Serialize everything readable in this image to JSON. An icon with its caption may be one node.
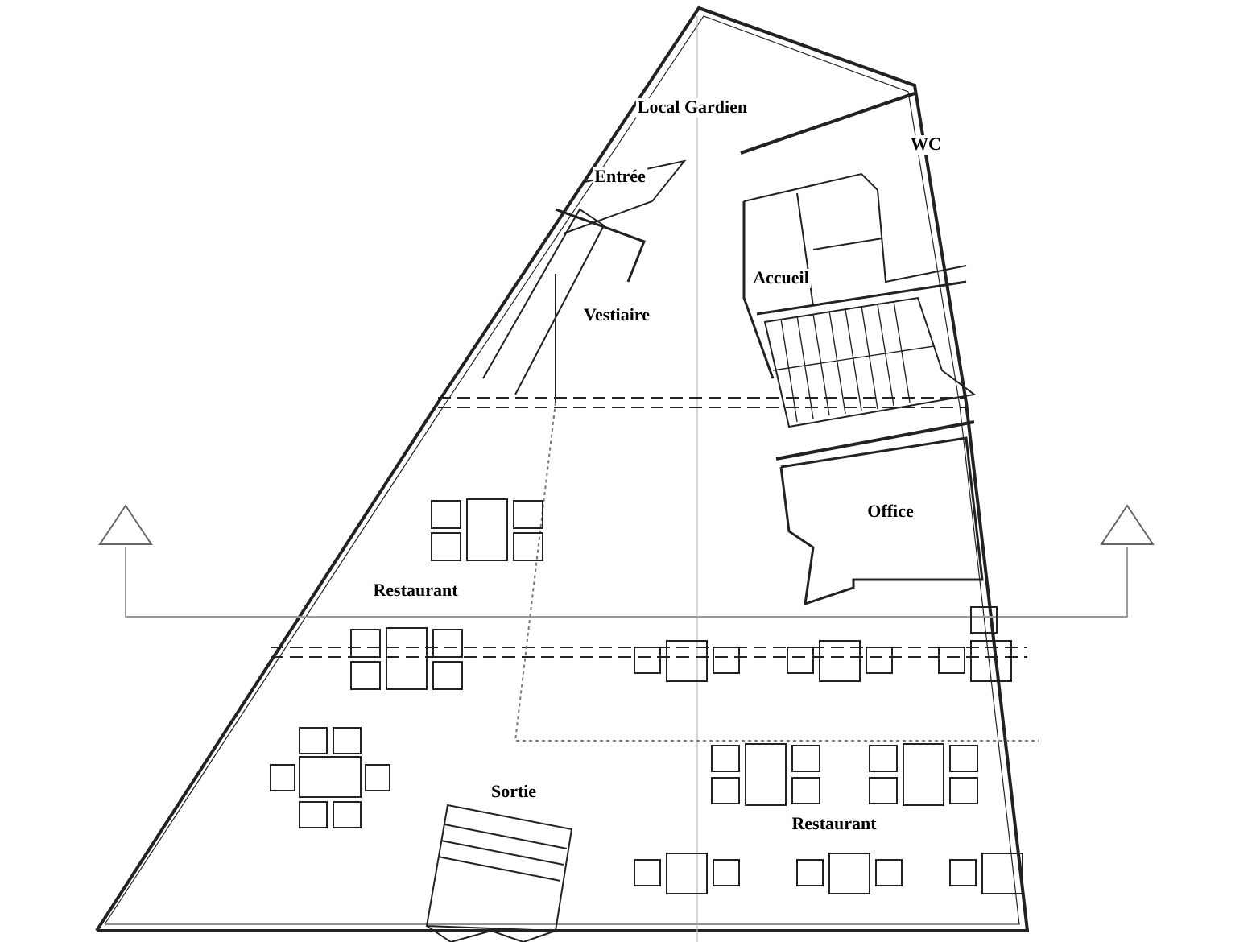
{
  "diagram": {
    "labels": [
      "Local Gardien",
      "WC",
      "Entrée",
      "Accueil",
      "Vestiaire",
      "Office",
      "Restaurant",
      "Sortie",
      "Restaurant"
    ]
  }
}
